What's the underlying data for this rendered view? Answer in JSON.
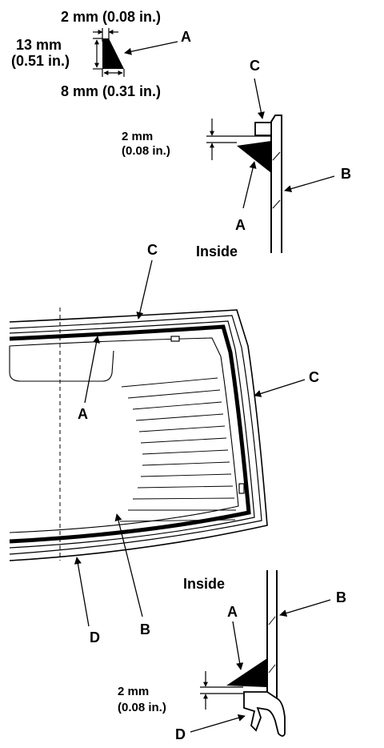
{
  "dimensions": {
    "top_width": "2 mm (0.08 in.)",
    "height_mm": "13 mm",
    "height_in": "(0.51 in.)",
    "base_width": "8 mm (0.31 in.)",
    "upper_gap_mm": "2 mm",
    "upper_gap_in": "(0.08 in.)",
    "lower_gap_mm": "2 mm",
    "lower_gap_in": "(0.08 in.)"
  },
  "callouts": {
    "A": "A",
    "B": "B",
    "C": "C",
    "D": "D"
  },
  "inside_label": "Inside"
}
